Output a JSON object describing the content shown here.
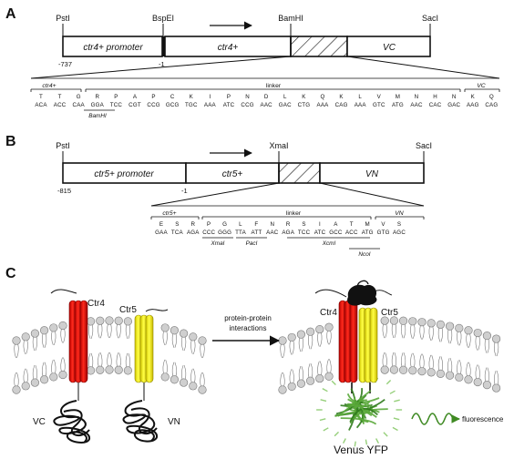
{
  "panels": {
    "a": {
      "letter": "A",
      "sites": [
        "PstI",
        "BspEI",
        "BamHI",
        "SacI"
      ],
      "positions": [
        "-737",
        "-1"
      ],
      "boxes": [
        "ctr4+ promoter",
        "ctr4+",
        "VC"
      ],
      "seq_labels": [
        "ctr4+",
        "linker",
        "VC"
      ],
      "amino_acids": [
        "T",
        "T",
        "G",
        "R",
        "P",
        "A",
        "P",
        "C",
        "K",
        "I",
        "P",
        "N",
        "D",
        "L",
        "K",
        "Q",
        "K",
        "L",
        "V",
        "M",
        "N",
        "H",
        "N",
        "K",
        "Q"
      ],
      "codons": [
        "ACA",
        "ACC",
        "CAA",
        "GGA",
        "TCC",
        "CGT",
        "CCG",
        "GCG",
        "TGC",
        "AAA",
        "ATC",
        "CCG",
        "AAC",
        "GAC",
        "CTG",
        "AAA",
        "CAG",
        "AAA",
        "GTC",
        "ATG",
        "AAC",
        "CAC",
        "GAC",
        "AAG",
        "CAG"
      ],
      "enzymes": [
        "BamHI"
      ]
    },
    "b": {
      "letter": "B",
      "sites": [
        "PstI",
        "XmaI",
        "SacI"
      ],
      "positions": [
        "-815",
        "-1"
      ],
      "boxes": [
        "ctr5+ promoter",
        "ctr5+",
        "VN"
      ],
      "seq_labels": [
        "ctr5+",
        "linker",
        "VN"
      ],
      "amino_acids": [
        "E",
        "S",
        "R",
        "P",
        "G",
        "L",
        "F",
        "N",
        "R",
        "S",
        "I",
        "A",
        "T",
        "M",
        "V",
        "S"
      ],
      "codons": [
        "GAA",
        "TCA",
        "AGA",
        "CCC",
        "GGG",
        "TTA",
        "ATT",
        "AAC",
        "AGA",
        "TCC",
        "ATC",
        "GCC",
        "ACC",
        "ATG",
        "GTG",
        "AGC"
      ],
      "enzymes": [
        "XmaI",
        "PacI",
        "XcmI",
        "NcoI"
      ]
    },
    "c": {
      "letter": "C",
      "left_labels": [
        "Ctr4",
        "Ctr5",
        "VC",
        "VN"
      ],
      "arrow_text_line1": "protein-protein",
      "arrow_text_line2": "interactions",
      "right_labels": [
        "Ctr4",
        "Ctr5"
      ],
      "fluorescence": "fluorescence",
      "venus": "Venus YFP"
    }
  },
  "colors": {
    "ctr4": "#e8140f",
    "ctr5": "#f4ee18",
    "yfp": "#4d9a2e",
    "black": "#111111"
  }
}
